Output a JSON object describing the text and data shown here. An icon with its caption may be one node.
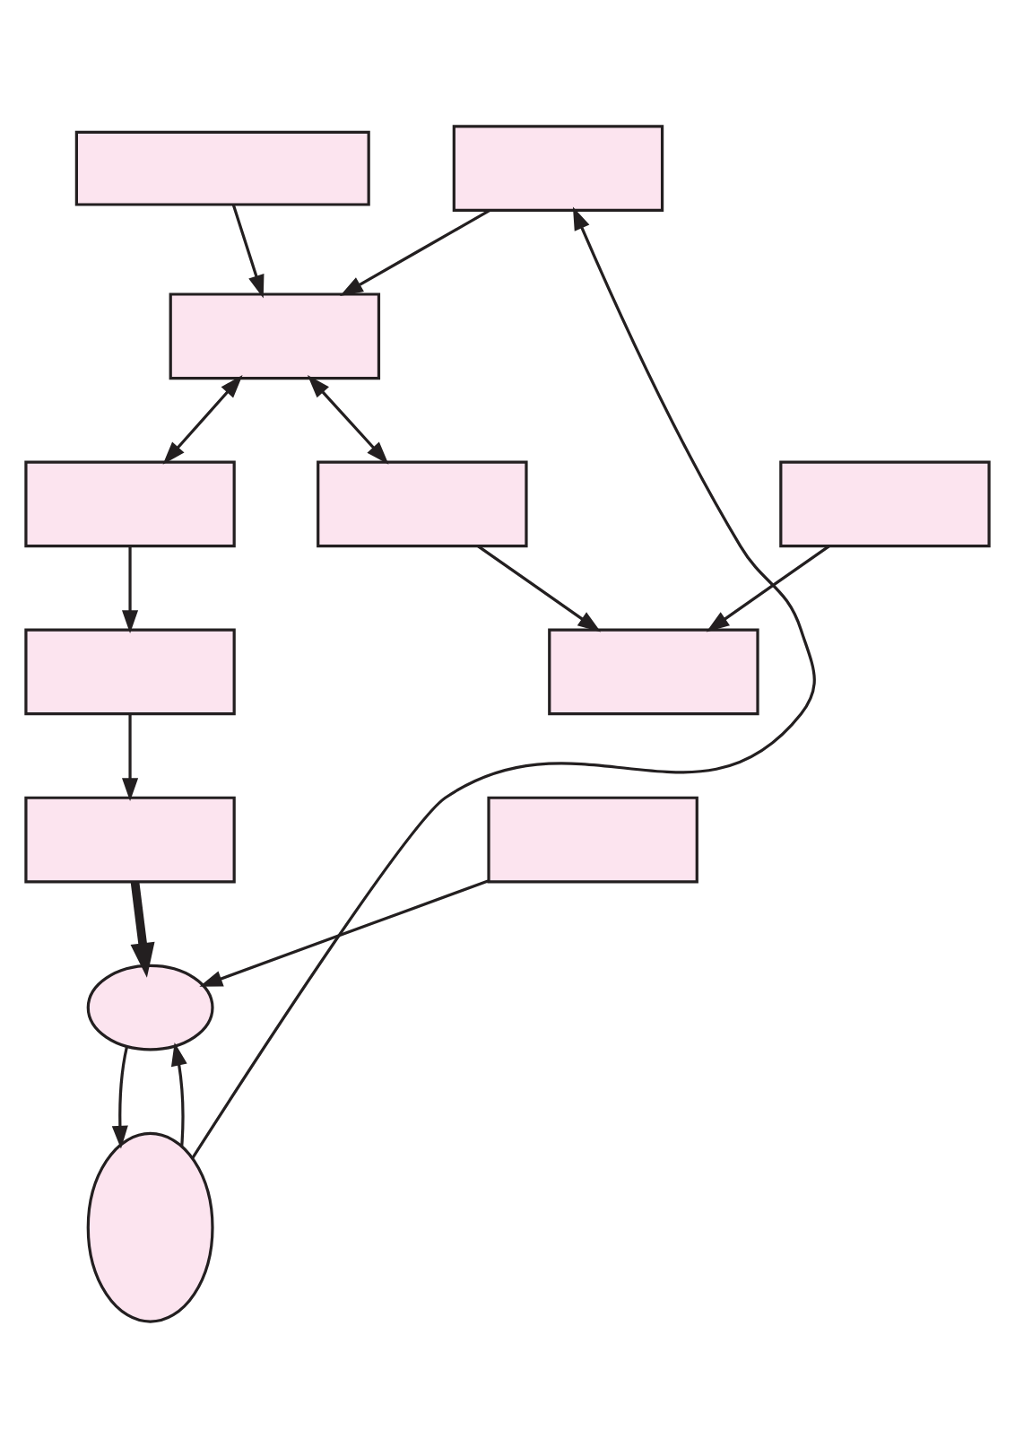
{
  "diagram": {
    "nodes": [
      {
        "text": [],
        "shape": "box"
      },
      {
        "text": [],
        "shape": "box"
      },
      {
        "text": [],
        "shape": "box"
      },
      {
        "text": [],
        "shape": "box"
      },
      {
        "text": [],
        "shape": "box"
      },
      {
        "text": [],
        "shape": "box"
      },
      {
        "text": [],
        "shape": "box"
      },
      {
        "text": [],
        "shape": "box"
      },
      {
        "text": [],
        "shape": "box"
      },
      {
        "text": [],
        "shape": "box"
      },
      {
        "text": [],
        "shape": "ellipse"
      },
      {
        "text": [],
        "shape": "ellipse"
      }
    ],
    "edges": [
      {
        "from": 0,
        "to": 2,
        "arrow": "to"
      },
      {
        "from": 1,
        "to": 2,
        "arrow": "to"
      },
      {
        "from": 2,
        "to": 3,
        "arrow": "both"
      },
      {
        "from": 2,
        "to": 4,
        "arrow": "both"
      },
      {
        "from": 3,
        "to": 5,
        "arrow": "to"
      },
      {
        "from": 4,
        "to": 6,
        "arrow": "to"
      },
      {
        "from": 5,
        "to": 7,
        "arrow": "to"
      },
      {
        "from": 8,
        "to": 6,
        "arrow": "to"
      },
      {
        "from": 7,
        "to": 10,
        "arrow": "to",
        "style": "thick"
      },
      {
        "from": 9,
        "to": 10,
        "arrow": "to"
      },
      {
        "from": 11,
        "to": 10,
        "arrow": "to"
      },
      {
        "from": 10,
        "to": 11,
        "arrow": "to"
      },
      {
        "from": 11,
        "to": 1,
        "arrow": "to"
      }
    ]
  }
}
